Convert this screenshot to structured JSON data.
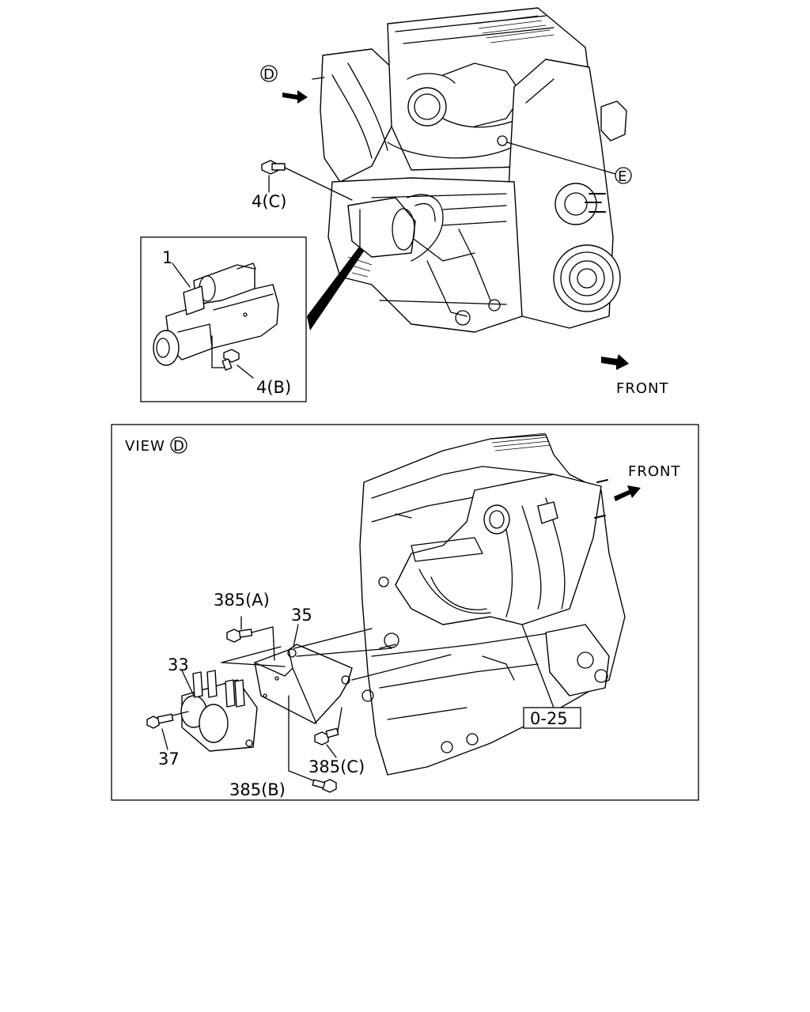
{
  "upper_view": {
    "view_marker_d": "D",
    "view_marker_e": "E",
    "front_label": "FRONT",
    "callouts": {
      "bolt_c": "4(C)",
      "starter": "1",
      "bolt_b": "4(B)"
    }
  },
  "view_d": {
    "title_prefix": "VIEW",
    "title_marker": "D",
    "front_label": "FRONT",
    "callouts": {
      "bolt_385a": "385(A)",
      "bracket": "35",
      "coil": "33",
      "screw": "37",
      "bolt_385c": "385(C)",
      "bolt_385b": "385(B)",
      "reference": "0-25"
    }
  }
}
